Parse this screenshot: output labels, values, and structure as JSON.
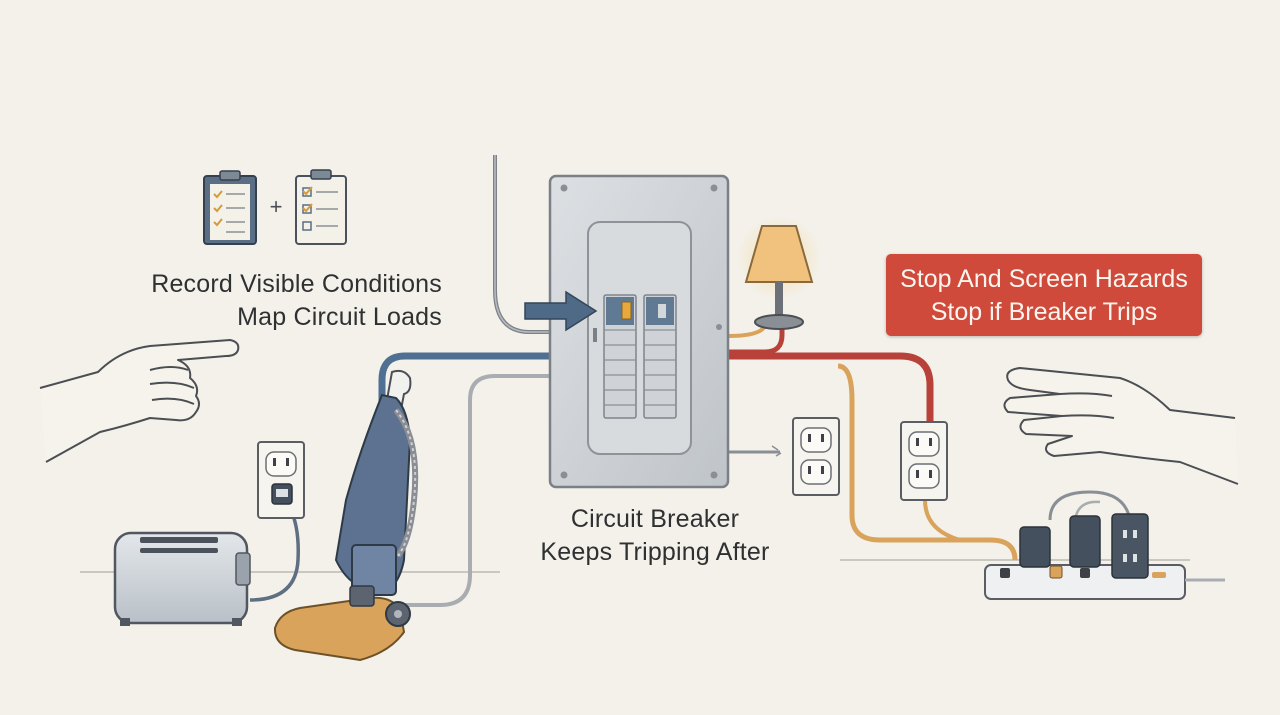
{
  "left_caption": {
    "line1": "Record Visible Conditions",
    "line2": "Map Circuit Loads"
  },
  "center_caption": {
    "line1": "Circuit Breaker",
    "line2": "Keeps Tripping After"
  },
  "hazard_banner": {
    "line1": "Stop And Screen Hazards",
    "line2": "Stop if Breaker Trips",
    "color": "#cf4a3a"
  },
  "icons": {
    "clipboards": [
      "clipboard-checklist-icon",
      "clipboard-partial-checklist-icon"
    ],
    "joiner": "+",
    "appliances": [
      "toaster-icon",
      "vacuum-cleaner-icon",
      "table-lamp-icon",
      "power-strip-icon"
    ],
    "panel": "breaker-panel-icon",
    "hands": [
      "pointing-hand-icon",
      "stop-hand-icon"
    ]
  },
  "colors": {
    "background": "#f3f1ea",
    "wire_blue": "#4f6f93",
    "wire_red": "#b8423a",
    "wire_orange": "#d9a35c",
    "panel": "#cdd1d5"
  }
}
